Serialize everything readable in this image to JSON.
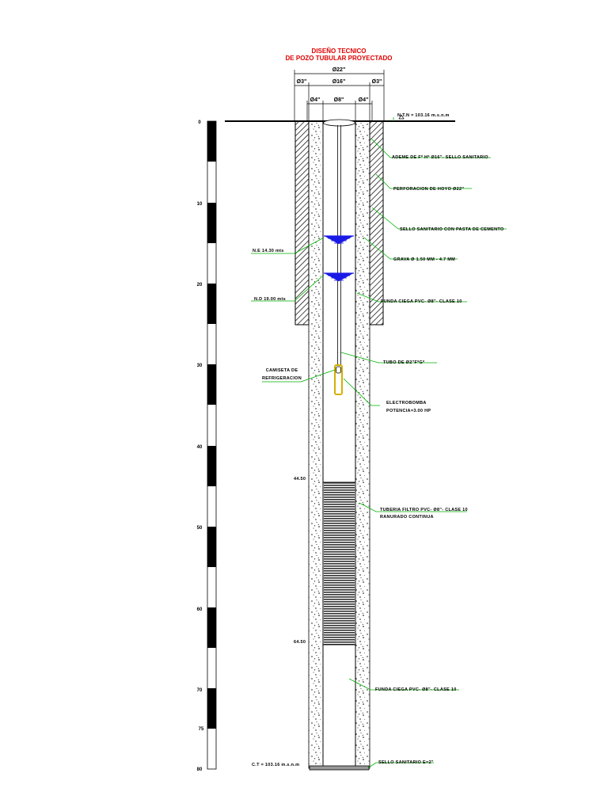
{
  "title": {
    "line1": "DISEÑO TECNICO",
    "line2": "DE POZO TUBULAR PROYECTADO"
  },
  "dimensions": {
    "d22": "Ø22\"",
    "d3_left": "Ø3\"",
    "d16": "Ø16\"",
    "d3_right": "Ø3\"",
    "d4_left": "Ø4\"",
    "d8": "Ø8\"",
    "d4_right": "Ø4\""
  },
  "elevations": {
    "top": "N.T.N = 103.16 m.s.n.m",
    "bottom": "C.T = 103.16 m.s.n.m"
  },
  "water_levels": {
    "static": "N.E 14.30 mts",
    "dynamic": "N.D 19.00 mts"
  },
  "depth_marks": {
    "filter_top": "44.50",
    "filter_bottom": "64.50"
  },
  "scale_labels": [
    "0",
    "10",
    "20",
    "30",
    "40",
    "50",
    "60",
    "70",
    "75",
    "80"
  ],
  "annotations": {
    "ademe": "ADEME DE Fº Hº Ø16\"- SELLO SANITARIO",
    "perforacion": "PERFORACION DE HOYO Ø22\"",
    "sello": "SELLO SANITARIO CON PASTA DE CEMENTO",
    "grava": "GRAVA Ø 1.50 MM - 4.7 MM",
    "funda_top": "FUNDA CIEGA PVC- Ø8\"- CLASE 10",
    "tubo": "TUBO DE Ø2\"FºGº",
    "camiseta1": "CAMISETA DE",
    "camiseta2": "REFRIGERACION",
    "electro1": "ELECTROBOMBA",
    "electro2": "POTENCIA=3.00 HP",
    "filtro1": "TUBERIA FILTRO PVC- Ø8\"- CLASE 10",
    "filtro2": "RANURADO CONTINUA",
    "funda_bottom": "FUNDA CIEGA PVC- Ø8\"- CLASE 10",
    "sello_bottom": "SELLO SANITARIO E=2\""
  },
  "colors": {
    "title": "#e00000",
    "leader": "#00b000",
    "water": "#1a1ae6",
    "pump": "#d4b000"
  }
}
